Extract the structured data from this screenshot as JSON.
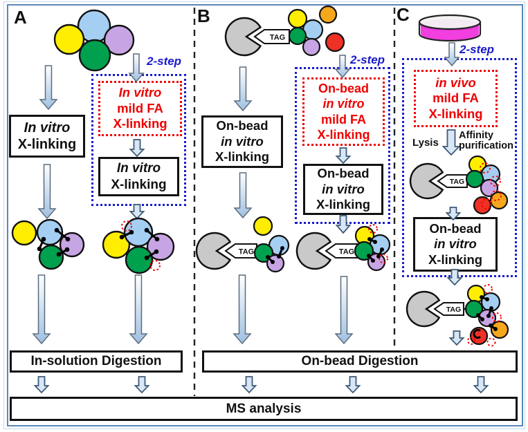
{
  "figure": {
    "type": "workflow-diagram",
    "description": "Cross-linking mass spectrometry sample preparation workflows"
  },
  "colors": {
    "outer_border": "#5b87b8",
    "two_step_text": "#1a1acc",
    "blue_dotted_border": "#1a1acc",
    "red_dotted_border": "#ee0000",
    "red_text": "#ee0000",
    "protein_yellow": "#ffee00",
    "protein_blue": "#a5cff2",
    "protein_purple": "#c7a5e4",
    "protein_green": "#00a14e",
    "protein_orange": "#f5a81c",
    "protein_red": "#ee3124",
    "bead_gray": "#c9c9c9",
    "petri_magenta": "#f23fe0",
    "arrow_fill": "#a9c7e6"
  },
  "panels": {
    "a": {
      "label": "A",
      "two_step": "2-step",
      "box1": {
        "lines": [
          "In vitro",
          "X-linking"
        ]
      },
      "red_box": {
        "lines": [
          "In vitro",
          "mild FA",
          "X-linking"
        ]
      },
      "box2": {
        "lines": [
          "In vitro",
          "X-linking"
        ]
      },
      "digestion": "In-solution Digestion"
    },
    "b": {
      "label": "B",
      "tag": "TAG",
      "two_step": "2-step",
      "box1": {
        "lines": [
          "On-bead",
          "in vitro",
          "X-linking"
        ]
      },
      "red_box": {
        "lines": [
          "On-bead",
          "in vitro",
          "mild FA",
          "X-linking"
        ]
      },
      "box2": {
        "lines": [
          "On-bead",
          "in vitro",
          "X-linking"
        ]
      },
      "digestion": "On-bead Digestion"
    },
    "c": {
      "label": "C",
      "tag": "TAG",
      "two_step": "2-step",
      "red_box": {
        "lines": [
          "in vivo",
          "mild FA",
          "X-linking"
        ]
      },
      "lysis": "Lysis",
      "affinity": {
        "lines": [
          "Affinity",
          "purification"
        ]
      },
      "box1": {
        "lines": [
          "On-bead",
          "in vitro",
          "X-linking"
        ]
      }
    },
    "footer": {
      "ms": "MS analysis"
    }
  }
}
